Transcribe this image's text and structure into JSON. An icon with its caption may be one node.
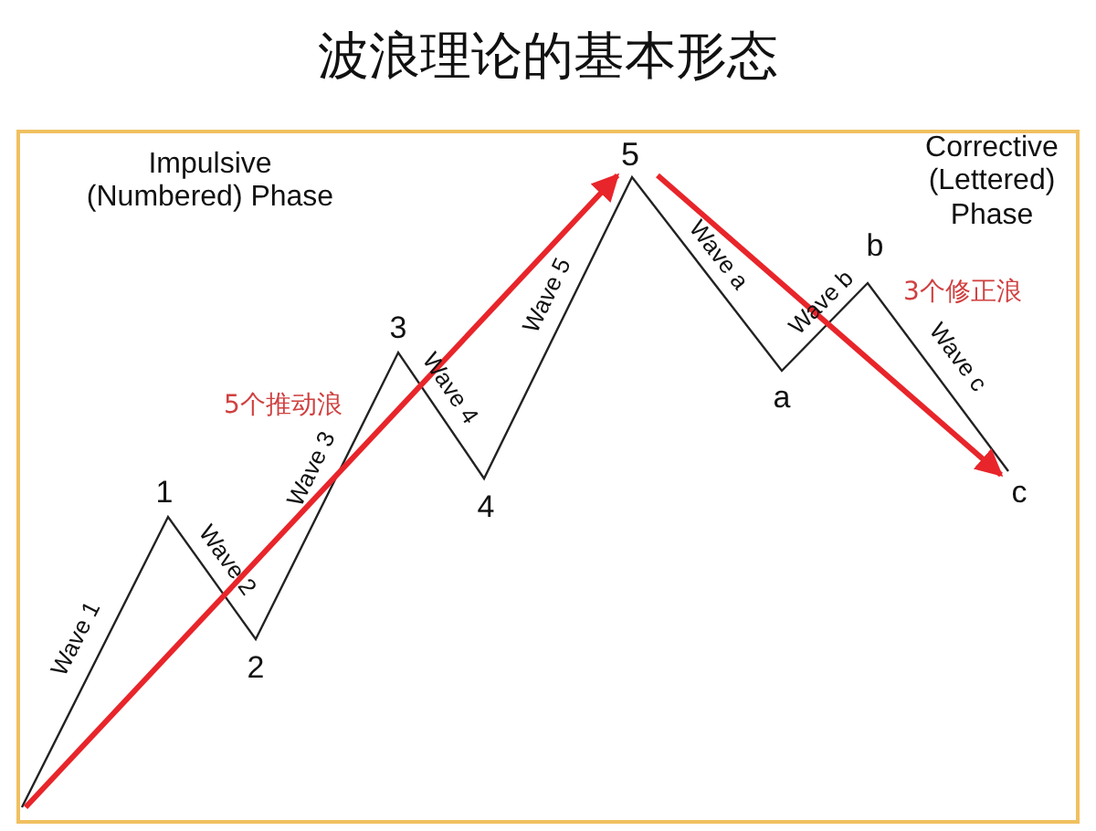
{
  "diagram": {
    "title": "波浪理论的基本形态",
    "labels": [
      "Impulsive (Numbered) Phase",
      "5",
      "Corrective (Lettered) Phase",
      "Wave a",
      "b",
      "Wave b",
      "3个修正浪",
      "3",
      "Wave 5",
      "5个推动浪",
      "Wave 4",
      "a",
      "Wave c",
      "c",
      "1",
      "Wave 3",
      "4",
      "Wave 2",
      "2",
      "Wave 1"
    ]
  }
}
